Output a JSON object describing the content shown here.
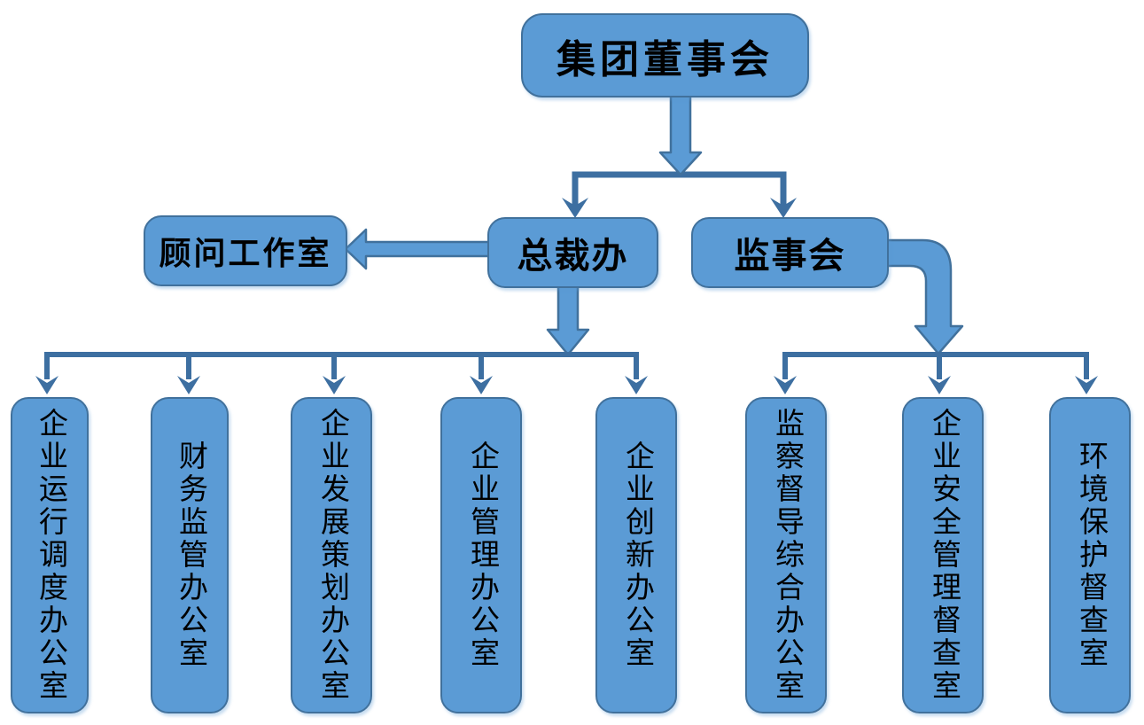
{
  "org_chart": {
    "root": {
      "label": "集团董事会"
    },
    "advisor": {
      "label": "顾问工作室"
    },
    "president_office": {
      "label": "总裁办"
    },
    "supervisory_board": {
      "label": "监事会"
    },
    "president_departments": [
      {
        "label": "企业运行调度办公室"
      },
      {
        "label": "财务监管办公室"
      },
      {
        "label": "企业发展策划办公室"
      },
      {
        "label": "企业管理办公室"
      },
      {
        "label": "企业创新办公室"
      }
    ],
    "supervisory_departments": [
      {
        "label": "监察督导综合办公室"
      },
      {
        "label": "企业安全管理督查室"
      },
      {
        "label": "环境保护督查室"
      }
    ],
    "colors": {
      "box_fill": "#5B9BD5",
      "box_border": "#41719C",
      "connector": "#3D6FA1",
      "text": "#000000",
      "background": "#FFFFFF"
    }
  }
}
